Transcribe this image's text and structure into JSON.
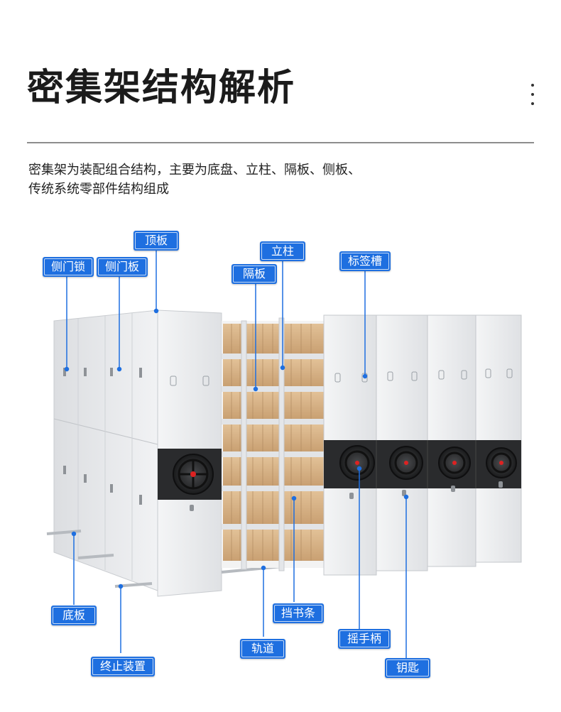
{
  "page": {
    "title": "密集架结构解析",
    "desc_line1": "密集架为装配组合结构，主要为底盘、立柱、隔板、侧板、",
    "desc_line2": "传统系统零部件结构组成"
  },
  "labels": {
    "side_lock": "侧门锁",
    "side_panel": "侧门板",
    "top_panel": "顶板",
    "column": "立柱",
    "partition": "隔板",
    "label_slot": "标签槽",
    "base_plate": "底板",
    "end_device": "终止装置",
    "rail": "轨道",
    "book_stop": "挡书条",
    "handle": "摇手柄",
    "key": "钥匙"
  },
  "colors": {
    "accent": "#1e6fe0",
    "panel": "#e9eaec",
    "panel_shade": "#d2d5d9",
    "wheel_band": "#2a2b2d",
    "box": "#d8b286"
  }
}
